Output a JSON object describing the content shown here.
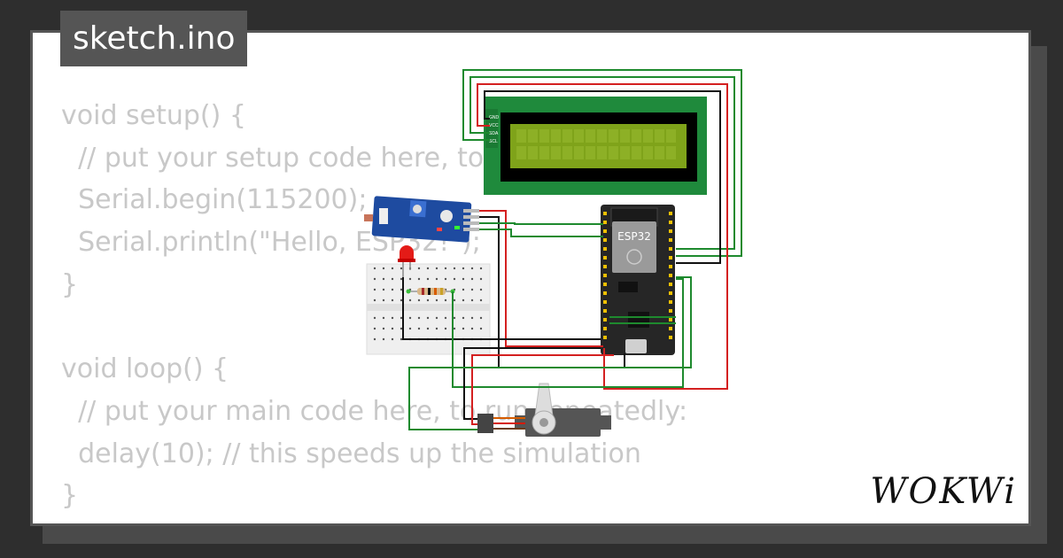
{
  "tab": {
    "filename": "sketch.ino"
  },
  "code": {
    "lines": [
      "void setup() {",
      "  // put your setup code here, to run once:",
      "  Serial.begin(115200);",
      "  Serial.println(\"Hello, ESP32!\");",
      "}",
      "",
      "void loop() {",
      "  // put your main code here, to run repeatedly:",
      "  delay(10); // this speeds up the simulation",
      "}"
    ]
  },
  "circuit": {
    "mcu_label": "ESP32",
    "lcd_pins": [
      "GND",
      "VCC",
      "SDA",
      "SCL"
    ],
    "components": [
      "lcd-display",
      "ldr-sensor-module",
      "led",
      "resistor",
      "breadboard",
      "esp32-board",
      "servo-motor"
    ],
    "wire_colors": {
      "green": "#1e8a2e",
      "red": "#d42020",
      "black": "#111111"
    }
  },
  "brand": {
    "logo_text": "WOKWi"
  }
}
